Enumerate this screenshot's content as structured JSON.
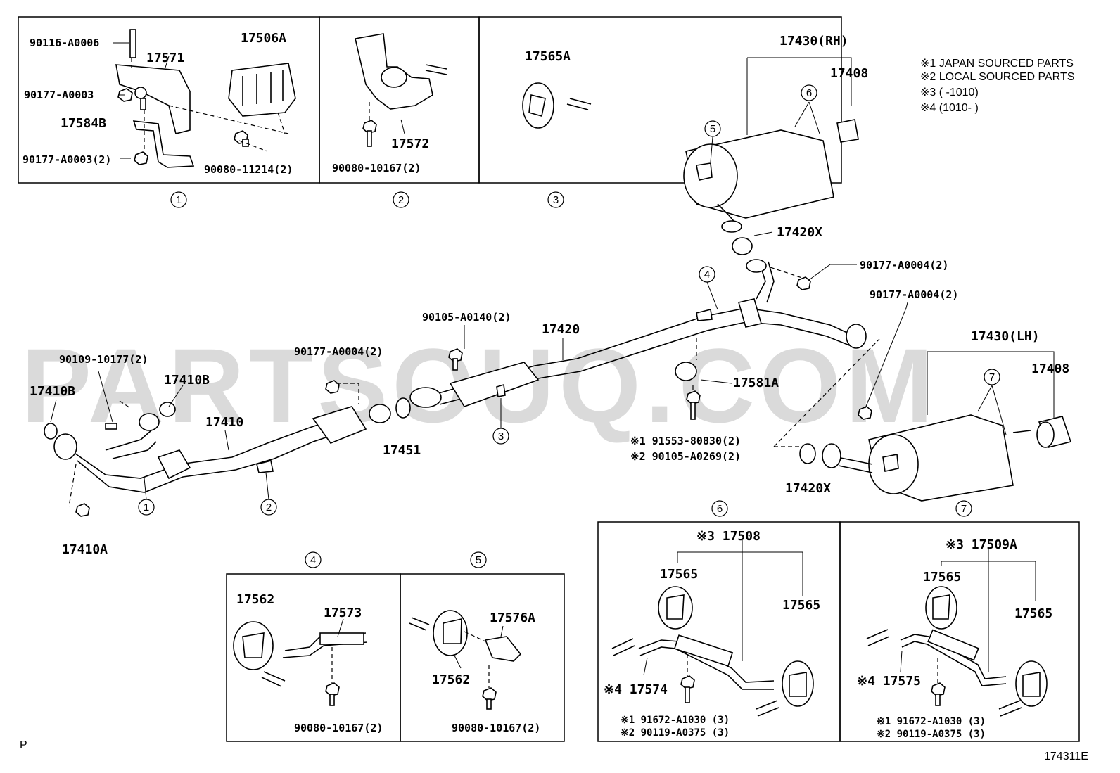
{
  "watermark": "PARTSOUQ.COM",
  "footer": {
    "left": "P",
    "right": "174311E"
  },
  "notes": [
    "※1 JAPAN SOURCED PARTS",
    "※2 LOCAL SOURCED PARTS",
    "※3 (      -1010)",
    "※4 (1010-      )"
  ],
  "insets": {
    "i1": {
      "num": "1",
      "labels": [
        "90116-A0006",
        "17571",
        "17506A",
        "90177-A0003",
        "17584B",
        "90177-A0003(2)",
        "90080-11214(2)"
      ]
    },
    "i2": {
      "num": "2",
      "labels": [
        "17572",
        "90080-10167(2)"
      ]
    },
    "i3": {
      "num": "3",
      "labels": [
        "17565A"
      ]
    },
    "i4": {
      "num": "4",
      "labels": [
        "17562",
        "17573",
        "90080-10167(2)"
      ]
    },
    "i5": {
      "num": "5",
      "labels": [
        "17576A",
        "17562",
        "90080-10167(2)"
      ]
    },
    "i6": {
      "num": "6",
      "labels": [
        "※3 17508",
        "17565",
        "17565",
        "※4 17574",
        "※1 91672-A1030 (3)",
        "※2 90119-A0375 (3)"
      ]
    },
    "i7": {
      "num": "7",
      "labels": [
        "※3 17509A",
        "17565",
        "17565",
        "※4 17575",
        "※1 91672-A1030 (3)",
        "※2 90119-A0375 (3)"
      ]
    }
  },
  "main": {
    "rh": [
      "17430(RH)",
      "17408",
      "17420X",
      "90177-A0004(2)"
    ],
    "lh": [
      "17430(LH)",
      "17408",
      "17420X",
      "90177-A0004(2)"
    ],
    "center": [
      "90105-A0140(2)",
      "17420",
      "17581A",
      "※1 91553-80830(2)",
      "※2 90105-A0269(2)",
      "17451",
      "90177-A0004(2)"
    ],
    "front": [
      "90109-10177(2)",
      "17410B",
      "17410B",
      "17410",
      "17410A"
    ],
    "callouts": [
      "1",
      "2",
      "3",
      "4",
      "5",
      "6",
      "6",
      "7",
      "7"
    ]
  }
}
